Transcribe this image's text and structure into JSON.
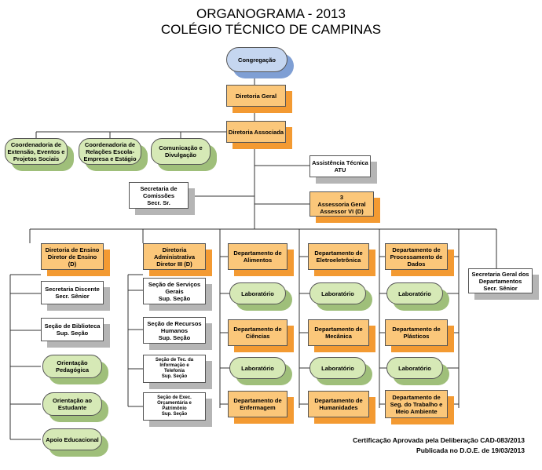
{
  "header": {
    "title_line1": "ORGANOGRAMA - 2013",
    "title_line2": "COLÉGIO TÉCNICO DE CAMPINAS"
  },
  "nodes": {
    "congregacao": "Congregação",
    "diretoria_geral": "Diretoria Geral",
    "diretoria_associada": "Diretoria Associada",
    "coord_extensao": "Coordenadoria de\nExtensão, Eventos e\nProjetos Sociais",
    "coord_relacoes": "Coordenadoria de\nRelações Escola-\nEmpresa e Estágio",
    "comunicacao": "Comunicação e\nDivulgação",
    "assistencia_tecnica": "Assistência Técnica\nATU",
    "secretaria_comissoes": "Secretaria de\nComissões\nSecr. Sr.",
    "assessoria_geral": "3\nAssessoria Geral\nAssessor VI (D)",
    "diretoria_ensino": "Diretoria de Ensino\nDiretor de Ensino\n(D)",
    "diretoria_administrativa": "Diretoria\nAdministrativa\nDiretor III (D)",
    "dep_alimentos": "Departamento de\nAlimentos",
    "dep_eletroeletronica": "Departamento de\nEletroeletrônica",
    "dep_processamento": "Departamento de\nProcessamento de\nDados",
    "secretaria_geral_dep": "Secretaria Geral dos\nDepartamentos\nSecr. Sênior",
    "secretaria_discente": "Secretaria Discente\nSecr. Sênior",
    "secao_biblioteca": "Seção de Biblioteca\nSup. Seção",
    "orientacao_pedagogica": "Orientação\nPedagógica",
    "orientacao_estudante": "Orientação ao\nEstudante",
    "apoio_educacional": "Apoio Educacional",
    "secao_servicos_gerais": "Seção de Serviços\nGerais\nSup. Seção",
    "secao_recursos_humanos": "Seção de Recursos\nHumanos\nSup. Seção",
    "secao_ti": "Seção de Tec. da\nInformação e\nTelefonia\nSup. Seção",
    "secao_exec_orcamentaria": "Seção de Exec.\nOrçamentária e\nPatrimônio\nSup. Seção",
    "laboratorio": "Laboratório",
    "dep_ciencias": "Departamento de\nCiências",
    "dep_mecanica": "Departamento de\nMecânica",
    "dep_plasticos": "Departamento de\nPlásticos",
    "dep_enfermagem": "Departamento de\nEnfermagem",
    "dep_humanidades": "Departamento de\nHumanidades",
    "dep_seg_trabalho": "Departamento de\nSeg. do Trabalho e\nMeio Ambiente"
  },
  "footer": {
    "line1": "Certificação Aprovada pela Deliberação CAD-083/2013",
    "line2": "Publicada no D.O.E. de 19/03/2013"
  },
  "colors": {
    "orange_fill": "#fbc77a",
    "orange_shadow": "#f39a32",
    "green_fill": "#d6e9b6",
    "green_shadow": "#9fbf7a",
    "blue_fill": "#c5d6f0",
    "blue_shadow": "#7f9fd4",
    "gray_shadow": "#b5b5b5"
  }
}
